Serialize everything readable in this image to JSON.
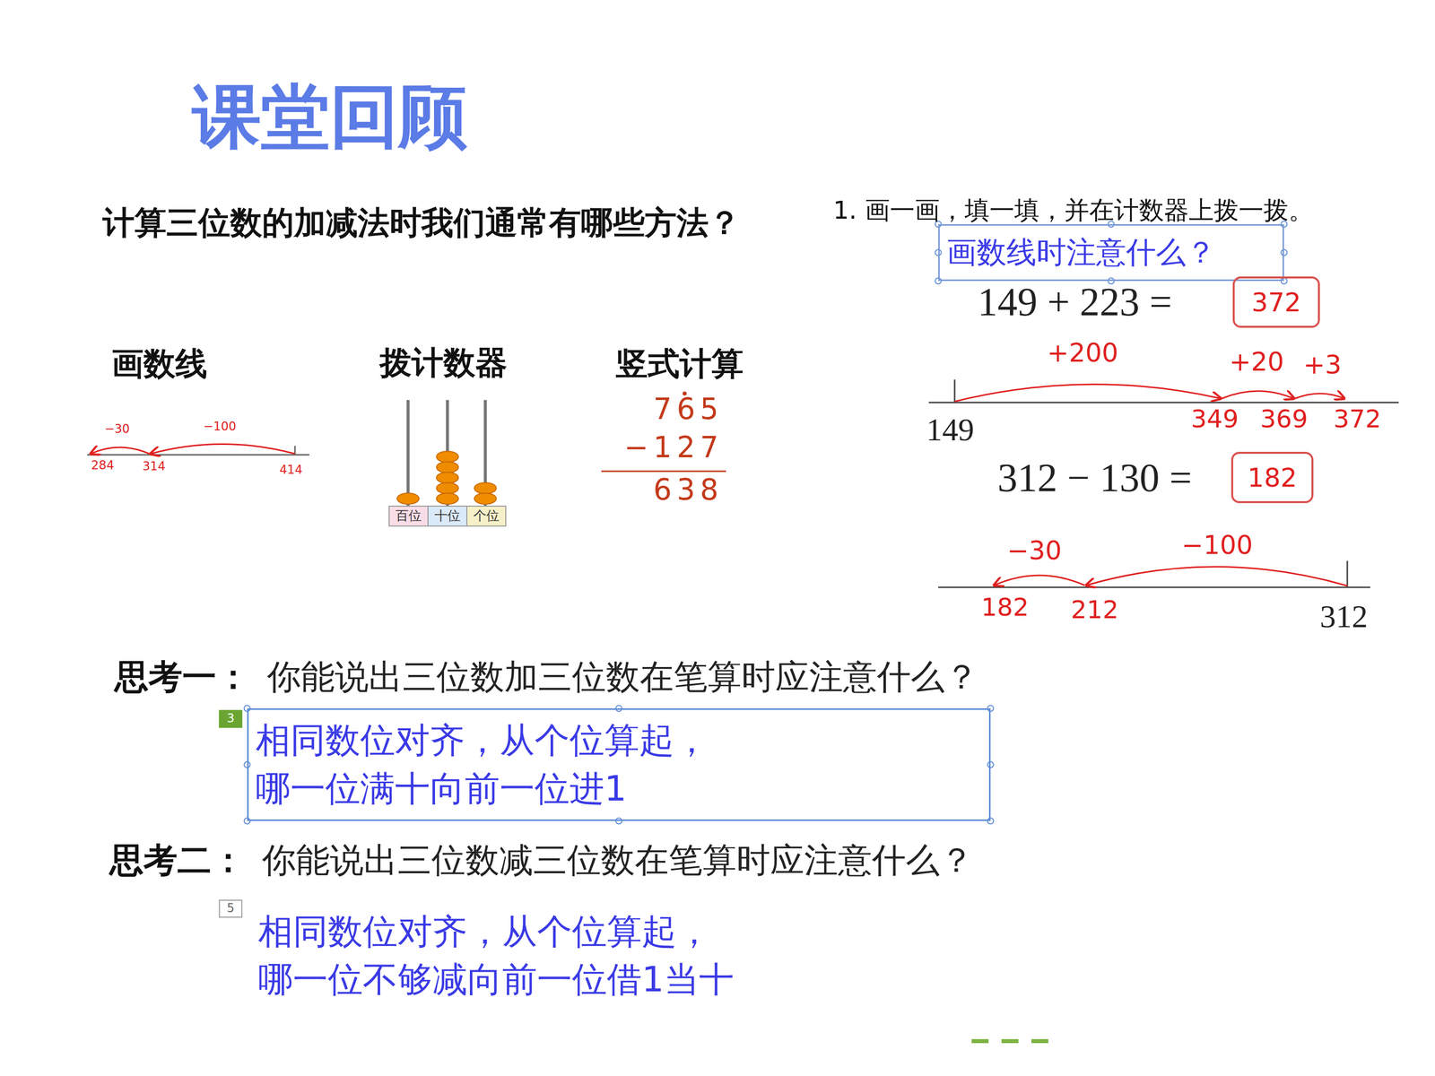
{
  "diagram": {
    "title": "课堂回顾",
    "nodes": [
      {
        "text": [
          "画数线时注意什么？"
        ]
      },
      {
        "text": [
          "372"
        ]
      },
      {
        "text": [
          "182"
        ]
      },
      {
        "text": [
          "相同数位对齐，从个位算起， 哪一位满十向前一位进1"
        ]
      }
    ],
    "labels": [
      "计算三位数的加减法时我们通常有哪些方法？",
      "1. 画一画，填一填，并在计数器上拨一拨。",
      "画数线",
      "拨计数器",
      "竖式计算",
      "−30",
      "−100",
      "284",
      "314",
      "414",
      "百位",
      "十位",
      "个位",
      "765",
      "−127",
      "638",
      "149 + 223 =",
      "+200",
      "+20",
      "+3",
      "149",
      "349",
      "369",
      "372",
      "312 − 130 =",
      "−30",
      "−100",
      "182",
      "212",
      "312",
      "思考一：",
      "你能说出三位数加三位数在笔算时应注意什么？",
      "3",
      "思考二：",
      "你能说出三位数减三位数在笔算时应注意什么？",
      "5",
      "相同数位对齐，从个位算起， 哪一位不够减向前一位借1当十"
    ]
  }
}
